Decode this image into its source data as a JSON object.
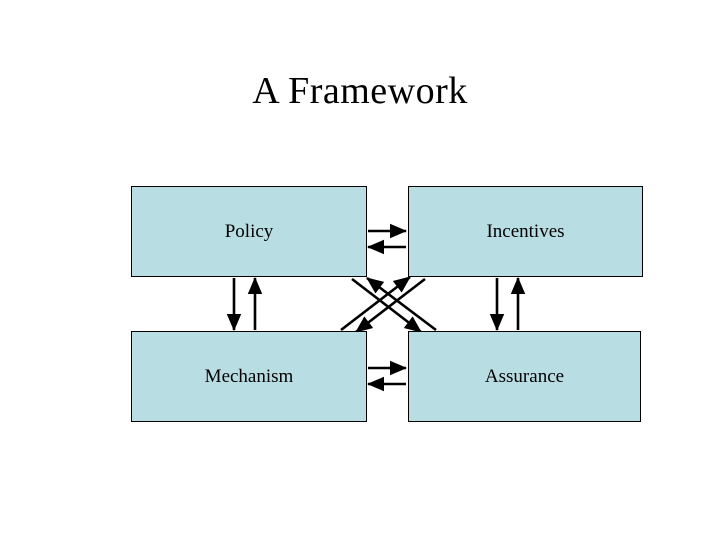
{
  "slide": {
    "title": "A Framework",
    "background_color": "#ffffff",
    "text_color": "#000000"
  },
  "diagram": {
    "type": "four-quadrant-framework",
    "box_fill_color": "#b8dde2",
    "box_border_color": "#000000",
    "arrow_color": "#000000",
    "nodes": [
      {
        "id": "policy",
        "label": "Policy",
        "position": "top-left"
      },
      {
        "id": "incentives",
        "label": "Incentives",
        "position": "top-right"
      },
      {
        "id": "mechanism",
        "label": "Mechanism",
        "position": "bottom-left"
      },
      {
        "id": "assurance",
        "label": "Assurance",
        "position": "bottom-right"
      }
    ],
    "connections": [
      {
        "from": "policy",
        "to": "incentives",
        "direction": "bidirectional",
        "style": "horizontal-pair"
      },
      {
        "from": "mechanism",
        "to": "assurance",
        "direction": "bidirectional",
        "style": "horizontal-pair"
      },
      {
        "from": "policy",
        "to": "mechanism",
        "direction": "bidirectional",
        "style": "vertical-pair"
      },
      {
        "from": "incentives",
        "to": "assurance",
        "direction": "bidirectional",
        "style": "vertical-pair"
      },
      {
        "from": "policy",
        "to": "assurance",
        "direction": "bidirectional",
        "style": "diagonal-pair"
      },
      {
        "from": "incentives",
        "to": "mechanism",
        "direction": "bidirectional",
        "style": "diagonal-pair"
      }
    ]
  }
}
